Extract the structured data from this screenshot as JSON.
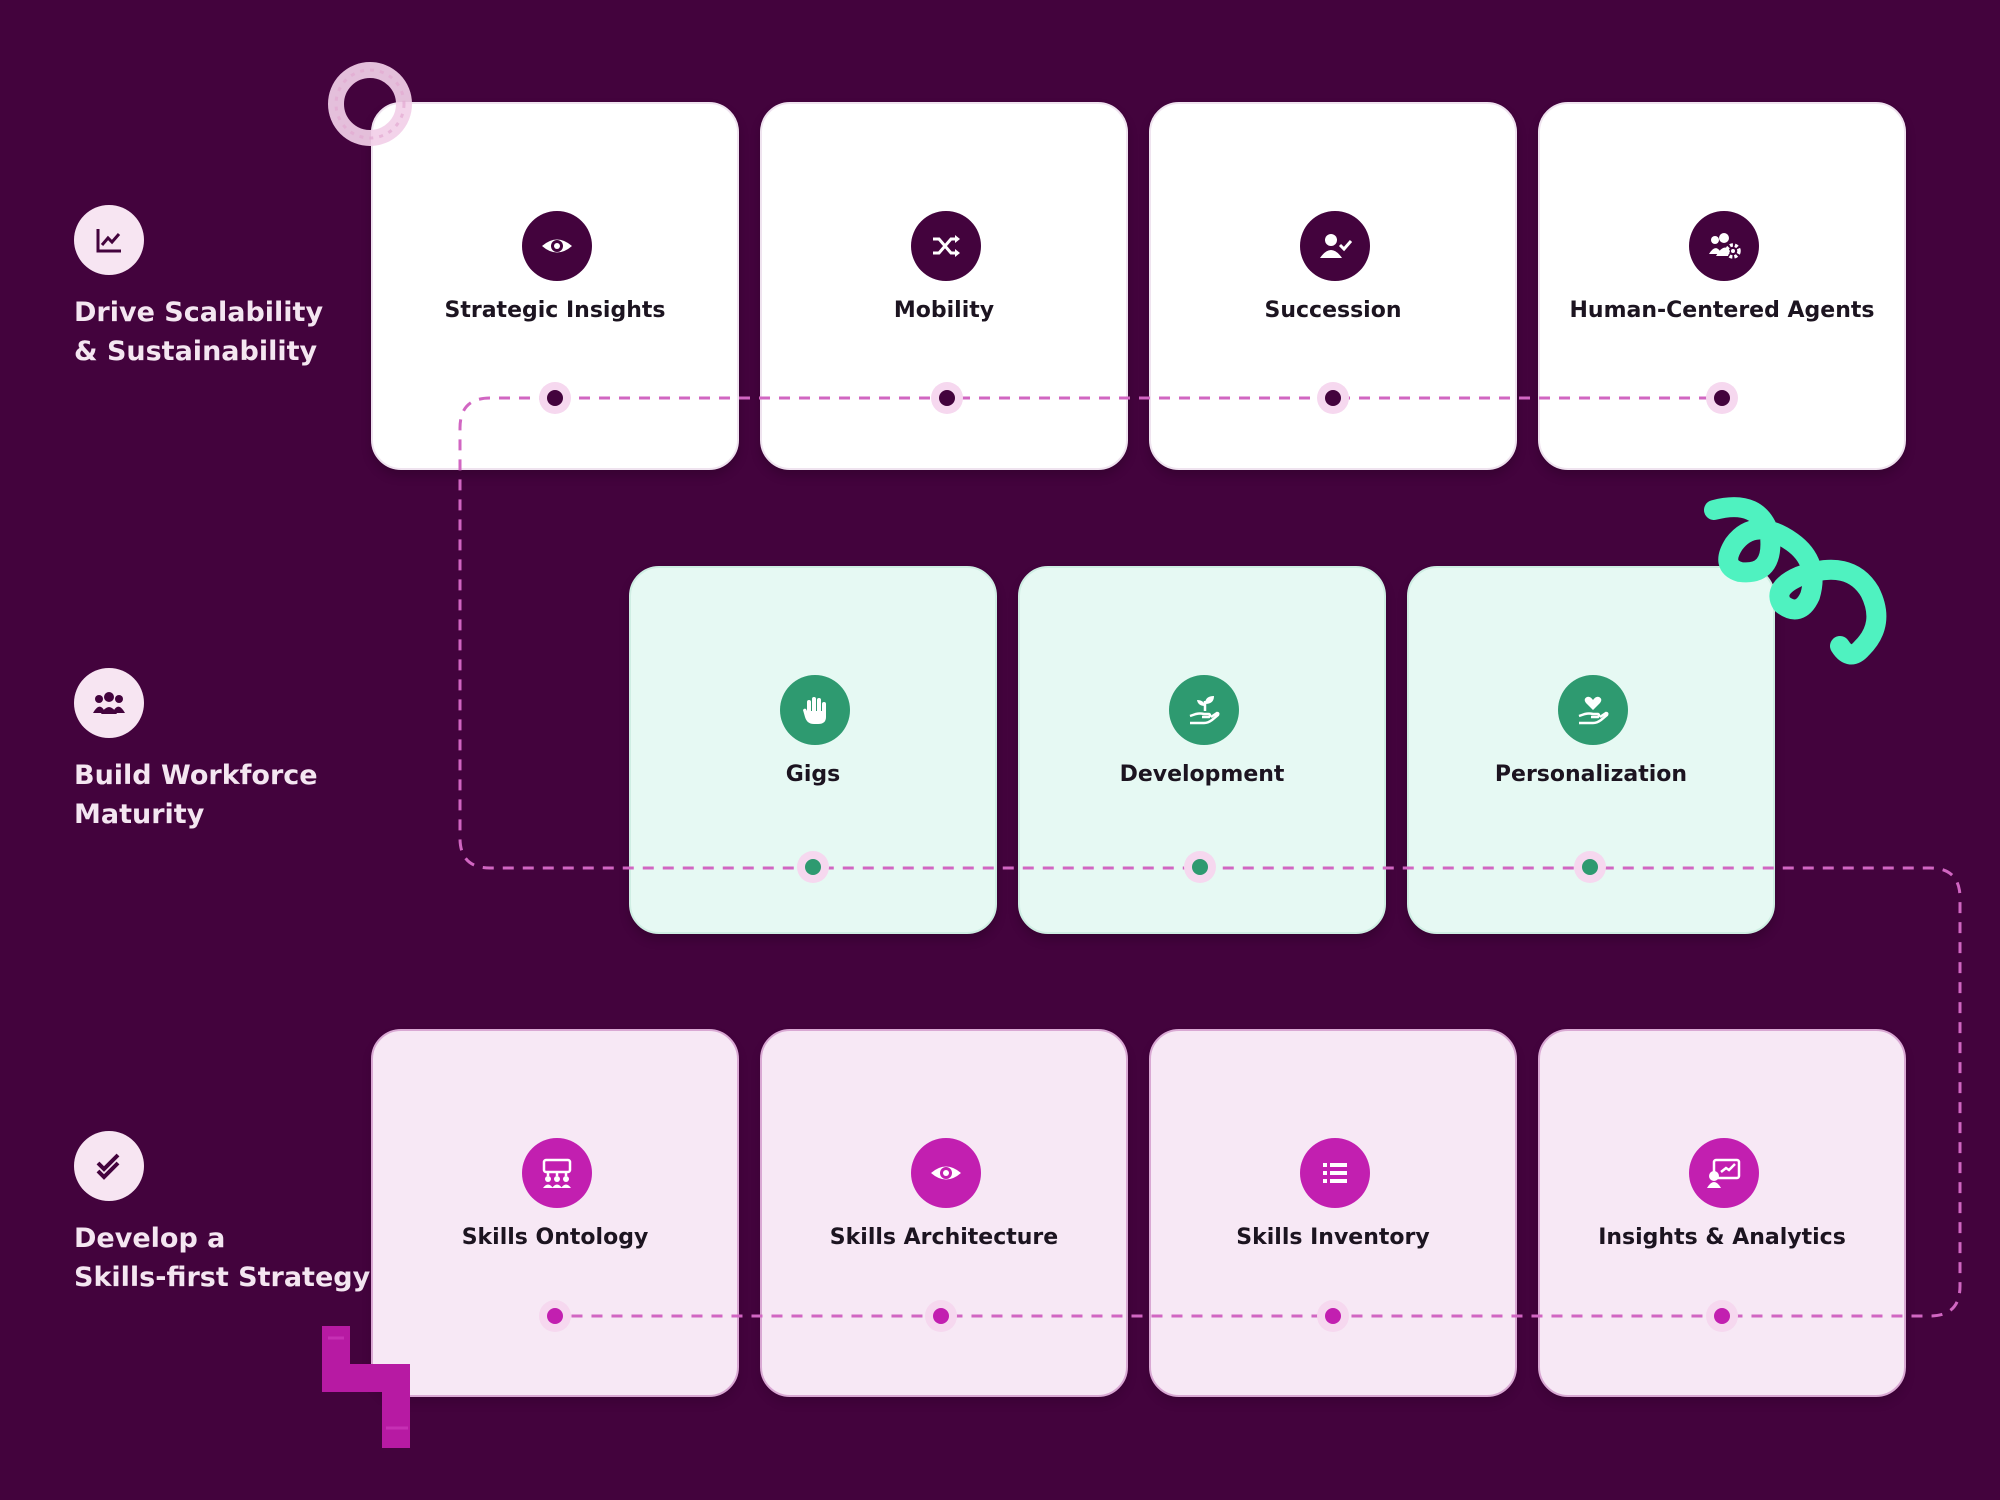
{
  "colors": {
    "background": "#43033d",
    "top_accent": "#43033d",
    "mid_accent": "#2e9a70",
    "bottom_accent": "#c21fb0",
    "connector": "#d166c2"
  },
  "row_labels": [
    {
      "icon": "trend-chart-icon",
      "line1": "Drive Scalability",
      "line2": "& Sustainability"
    },
    {
      "icon": "team-icon",
      "line1": "Build Workforce",
      "line2": "Maturity"
    },
    {
      "icon": "double-check-icon",
      "line1": "Develop a",
      "line2": "Skills-first Strategy"
    }
  ],
  "rows": {
    "top": [
      {
        "title": "Strategic Insights",
        "icon": "eye-icon"
      },
      {
        "title": "Mobility",
        "icon": "shuffle-icon"
      },
      {
        "title": "Succession",
        "icon": "user-check-icon"
      },
      {
        "title": "Human-Centered Agents",
        "icon": "users-gear-icon"
      }
    ],
    "middle": [
      {
        "title": "Gigs",
        "icon": "hand-icon"
      },
      {
        "title": "Development",
        "icon": "sprout-icon"
      },
      {
        "title": "Personalization",
        "icon": "heart-hand-icon"
      }
    ],
    "bottom": [
      {
        "title": "Skills Ontology",
        "icon": "sitemap-icon"
      },
      {
        "title": "Skills Architecture",
        "icon": "eye-icon"
      },
      {
        "title": "Skills Inventory",
        "icon": "list-icon"
      },
      {
        "title": "Insights & Analytics",
        "icon": "presentation-icon"
      }
    ]
  }
}
